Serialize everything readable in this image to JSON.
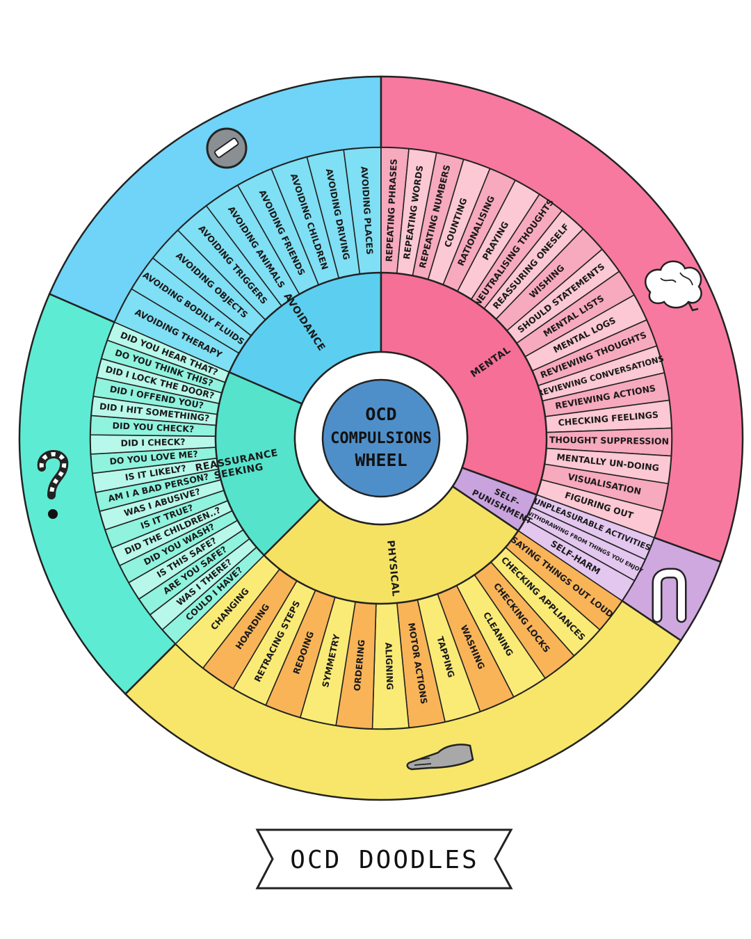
{
  "center": {
    "lines": [
      "OCD",
      "COMPULSIONS",
      "WHEEL"
    ]
  },
  "footer": {
    "label": "OCD DOODLES"
  },
  "colors": {
    "avoidance_outer": "#6fd4f7",
    "avoidance_inner": "#5ccff0",
    "avoidance_item": "#7fdff4",
    "mental_outer": "#f7799f",
    "mental_inner": "#f56f97",
    "mental_item_a": "#f7a9bd",
    "mental_item_b": "#fbc8d3",
    "selfpun_outer": "#cfa8e0",
    "selfpun_inner": "#c9a3de",
    "selfpun_item": "#e3c7ef",
    "physical_outer": "#f7e66a",
    "physical_inner": "#f5e262",
    "physical_item_a": "#f9b458",
    "physical_item_b": "#faeb76",
    "reassurance_outer": "#5eebd3",
    "reassurance_inner": "#55e3cc",
    "reassurance_item_a": "#8ff3de",
    "reassurance_item_b": "#b7f8ea",
    "center_fill": "#4f8fc9",
    "stroke": "#222222"
  },
  "categories": [
    {
      "name": "AVOIDANCE",
      "icon": "minus-sign-icon",
      "items": [
        "AVOIDING THERAPY",
        "AVOIDING BODILY FLUIDS",
        "AVOIDING OBJECTS",
        "AVOIDING TRIGGERS",
        "AVOIDING ANIMALS",
        "AVOIDING FRIENDS",
        "AVOIDING CHILDREN",
        "AVOIDING DRIVING",
        "AVOIDING PLACES"
      ]
    },
    {
      "name": "MENTAL",
      "icon": "brain-icon",
      "items": [
        "REPEATING PHRASES",
        "REPEATING WORDS",
        "REPEATING NUMBERS",
        "COUNTING",
        "RATIONALISING",
        "PRAYING",
        "NEUTRALISING THOUGHTS",
        "REASSURING ONESELF",
        "WISHING",
        "SHOULD STATEMENTS",
        "MENTAL LISTS",
        "MENTAL LOGS",
        "REVIEWING THOUGHTS",
        "REVIEWING CONVERSATIONS",
        "REVIEWING ACTIONS",
        "CHECKING FEELINGS",
        "THOUGHT SUPPRESSION",
        "MENTALLY UN-DOING",
        "VISUALISATION",
        "FIGURING OUT"
      ]
    },
    {
      "name": "SELF-PUNISHMENT",
      "icon": "intestine-icon",
      "items": [
        "UNPLEASURABLE ACTIVITIES",
        "WITHDRAWING FROM THINGS YOU ENJOY",
        "SELF-HARM"
      ]
    },
    {
      "name": "PHYSICAL",
      "icon": "hand-icon",
      "items": [
        "SAYING THINGS OUT LOUD",
        "CHECKING APPLIANCES",
        "CHECKING LOCKS",
        "CLEANING",
        "WASHING",
        "TAPPING",
        "MOTOR ACTIONS",
        "ALIGNING",
        "ORDERING",
        "SYMMETRY",
        "REDOING",
        "RETRACING STEPS",
        "HOARDING",
        "CHANGING"
      ]
    },
    {
      "name": "REASSURANCE SEEKING",
      "icon": "question-mark-icon",
      "items": [
        "COULD I HAVE?",
        "WAS I THERE?",
        "ARE YOU SAFE?",
        "IS THIS SAFE?",
        "DID YOU WASH?",
        "DID THE CHILDREN..?",
        "IS IT TRUE?",
        "WAS I ABUSIVE?",
        "AM I A BAD PERSON?",
        "IS IT LIKELY?",
        "DO YOU LOVE ME?",
        "DID I CHECK?",
        "DID YOU CHECK?",
        "DID I HIT SOMETHING?",
        "DID I OFFEND YOU?",
        "DID I LOCK THE DOOR?",
        "DO YOU THINK THIS?",
        "DID YOU HEAR THAT?"
      ]
    }
  ]
}
